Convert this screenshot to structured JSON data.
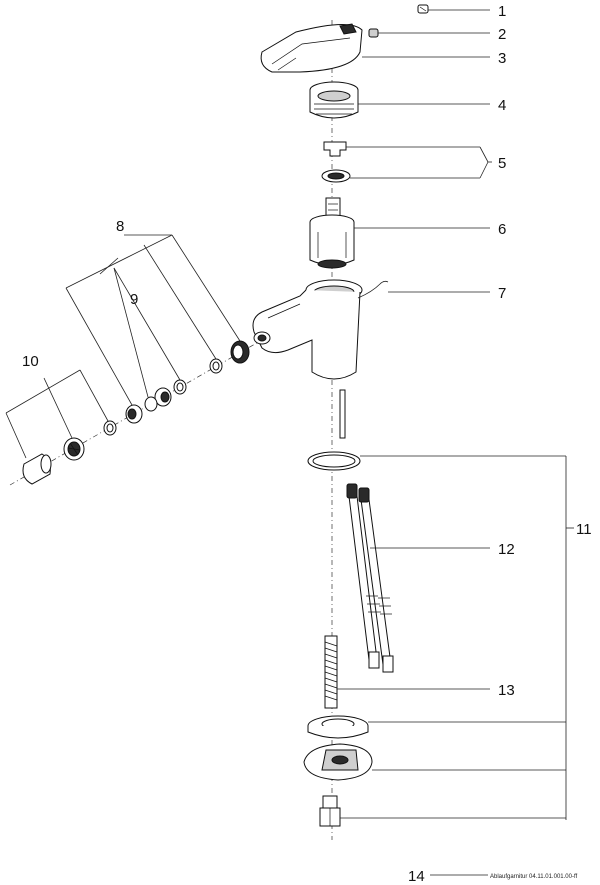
{
  "diagram": {
    "callouts": [
      {
        "id": "1",
        "label": "1"
      },
      {
        "id": "2",
        "label": "2"
      },
      {
        "id": "3",
        "label": "3"
      },
      {
        "id": "4",
        "label": "4"
      },
      {
        "id": "5",
        "label": "5"
      },
      {
        "id": "6",
        "label": "6"
      },
      {
        "id": "7",
        "label": "7"
      },
      {
        "id": "8",
        "label": "8"
      },
      {
        "id": "9",
        "label": "9"
      },
      {
        "id": "10",
        "label": "10"
      },
      {
        "id": "11",
        "label": "11"
      },
      {
        "id": "12",
        "label": "12"
      },
      {
        "id": "13",
        "label": "13"
      },
      {
        "id": "14",
        "label": "14"
      }
    ],
    "footer_text": "Ablaufgarnitur 04.11.01.001.00-ff"
  }
}
